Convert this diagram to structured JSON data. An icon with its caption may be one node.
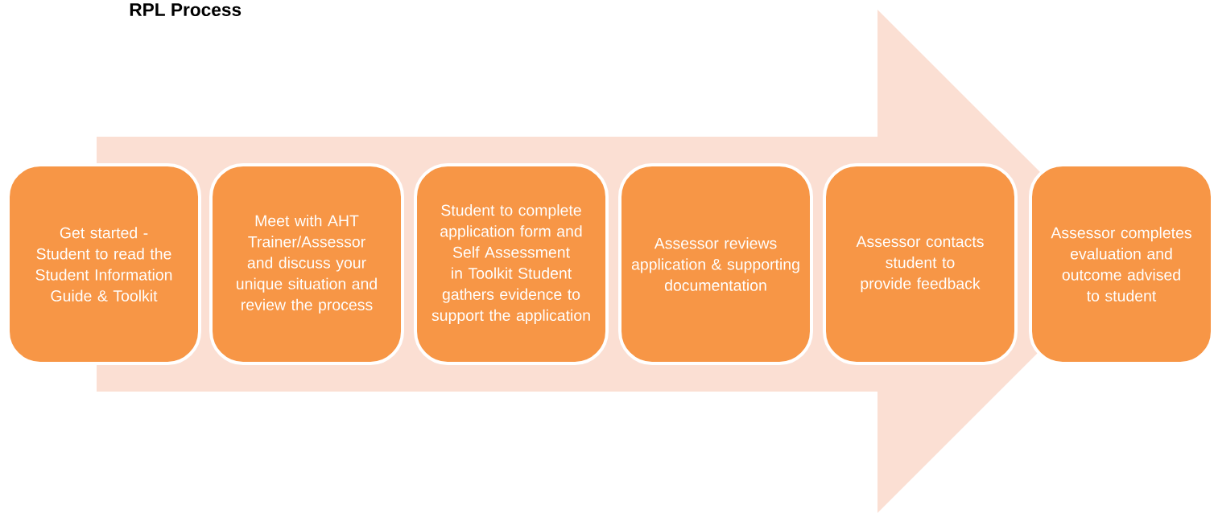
{
  "diagram": {
    "title": "RPL Process",
    "nodes": [
      {
        "text": [
          "Get started - Student to read the Student Information Guide & Toolkit"
        ]
      },
      {
        "text": [
          "Meet with AHT Trainer/Assessor and discuss your unique situation and review the process"
        ]
      },
      {
        "text": [
          "Student to complete application form and Self Assessment in Toolkit Student gathers evidence to support the application"
        ]
      },
      {
        "text": [
          "Assessor reviews application & supporting documentation"
        ]
      },
      {
        "text": [
          "Assessor contacts student  to provide feedback"
        ]
      },
      {
        "text": [
          "Assessor  completes evaluation and outcome advised to student"
        ]
      }
    ],
    "edges": [
      {
        "from": 0,
        "to": 5,
        "arrow": "to"
      }
    ]
  }
}
